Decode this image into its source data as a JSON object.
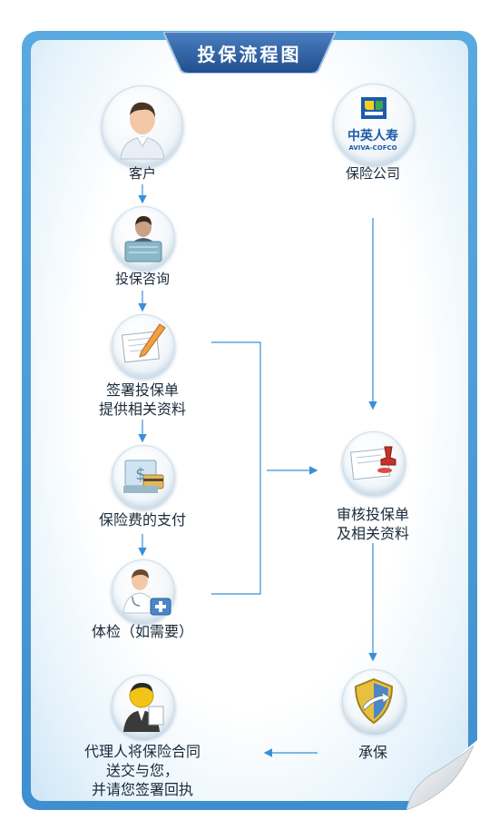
{
  "title": "投保流程图",
  "nodes": {
    "customer": {
      "label": "客户"
    },
    "consult": {
      "label": "投保咨询"
    },
    "sign": {
      "line1": "签署投保单",
      "line2": "提供相关资料"
    },
    "payment": {
      "label": "保险费的支付"
    },
    "checkup": {
      "label": "体检（如需要）"
    },
    "agent": {
      "line1": "代理人将保险合同",
      "line2": "送交与您，",
      "line3": "并请您签署回执"
    },
    "company": {
      "label": "保险公司",
      "logo_cn": "中英人寿",
      "logo_en": "AVIVA-COFCO"
    },
    "review": {
      "line1": "审核投保单",
      "line2": "及相关资料"
    },
    "underwrite": {
      "label": "承保"
    }
  },
  "colors": {
    "frame": "#4a9ad8",
    "arrow": "#3a8fd6",
    "banner": "#2d5d9a",
    "text": "#1a2a3a"
  }
}
